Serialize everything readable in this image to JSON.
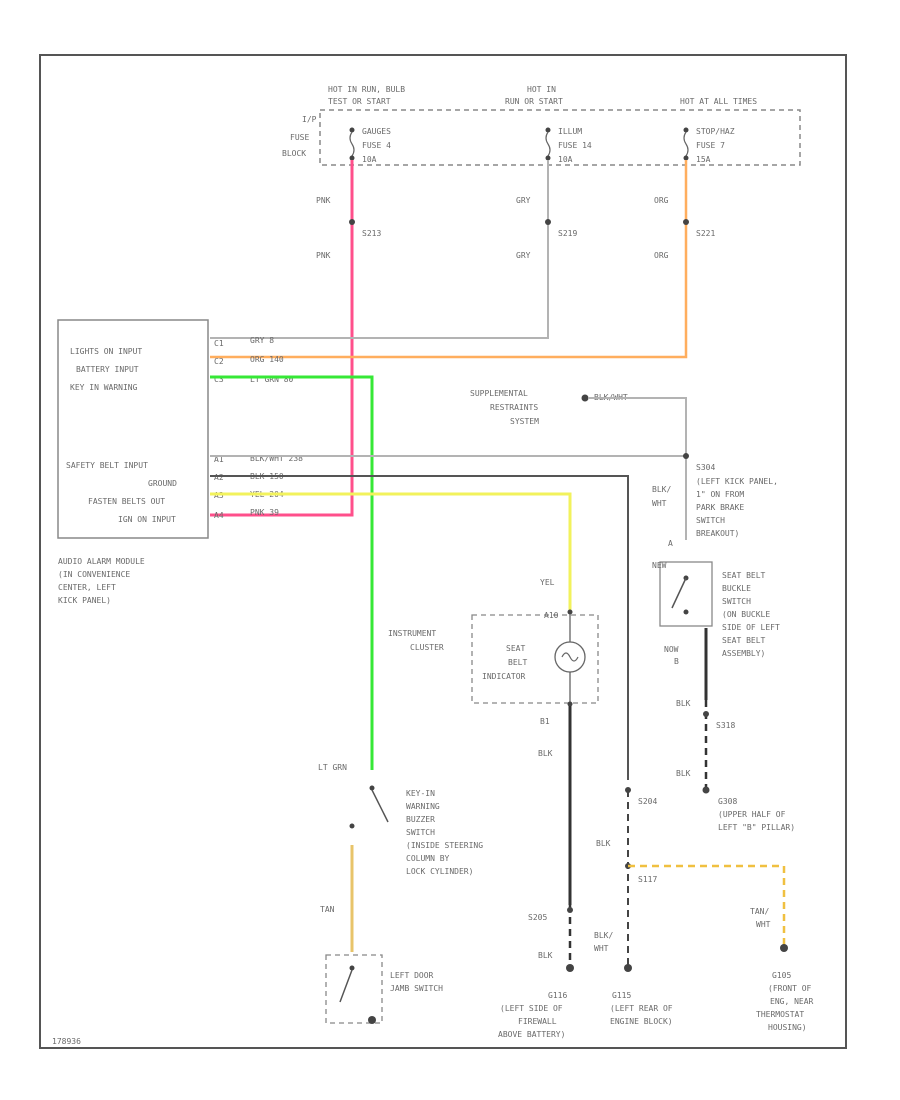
{
  "colors": {
    "pink": "#ff4f8b",
    "orange": "#ffae5e",
    "gray": "#b3b3b3",
    "green": "#36e836",
    "yellow": "#f2f25c",
    "black": "#333333",
    "tan": "#e8c46a",
    "dashed_yellow": "#f0c040"
  },
  "fuse_block": {
    "label1": "I/P",
    "label2": "FUSE",
    "label3": "BLOCK",
    "hot1_a": "HOT IN RUN, BULB",
    "hot1_b": "TEST OR START",
    "hot2_a": "HOT IN",
    "hot2_b": "RUN OR START",
    "hot3": "HOT AT ALL TIMES",
    "fuse1_a": "GAUGES",
    "fuse1_b": "FUSE 4",
    "fuse1_c": "10A",
    "fuse2_a": "ILLUM",
    "fuse2_b": "FUSE 14",
    "fuse2_c": "10A",
    "fuse3_a": "STOP/HAZ",
    "fuse3_b": "FUSE 7",
    "fuse3_c": "15A"
  },
  "wires": {
    "pnk_top": "PNK",
    "pnk_bot": "PNK",
    "gry_top": "GRY",
    "gry_bot": "GRY",
    "org_top": "ORG",
    "org_bot": "ORG",
    "s213": "S213",
    "s219": "S219",
    "s221": "S221",
    "lights_wire": "GRY    8",
    "battery_wire": "ORG   140",
    "key_wire": "LT GRN   80",
    "safety_wire": "BLK/WHT   238",
    "ground_wire": "BLK   150",
    "fasten_wire": "YEL   204",
    "ign_wire": "PNK   39",
    "pin_lights": "C1",
    "pin_battery": "C2",
    "pin_key": "C3",
    "pin_safety": "A1",
    "pin_ground": "A2",
    "pin_fasten": "A3",
    "pin_ign": "A4"
  },
  "module": {
    "lights": "LIGHTS ON INPUT",
    "battery": "BATTERY INPUT",
    "key": "KEY IN WARNING",
    "safety": "SAFETY BELT INPUT",
    "ground": "GROUND",
    "fasten": "FASTEN BELTS OUT",
    "ign": "IGN ON INPUT",
    "name_a": "AUDIO ALARM MODULE",
    "name_b": "(IN CONVENIENCE",
    "name_c": "CENTER, LEFT",
    "name_d": "KICK PANEL)"
  },
  "srs": {
    "label_a": "SUPPLEMENTAL",
    "label_b": "RESTRAINTS",
    "label_c": "SYSTEM",
    "wire": "BLK/WHT",
    "s304_a": "S304",
    "s304_b": "(LEFT KICK PANEL,",
    "s304_c": "1\" ON FROM",
    "s304_d": "PARK BRAKE",
    "s304_e": "SWITCH",
    "s304_f": "BREAKOUT)",
    "blkwht_a": "BLK/",
    "blkwht_b": "WHT",
    "pin_a": "A"
  },
  "belt_switch": {
    "label_a": "SEAT BELT",
    "label_b": "BUCKLE",
    "label_c": "SWITCH",
    "label_d": "(ON BUCKLE",
    "label_e": "SIDE OF LEFT",
    "label_f": "SEAT BELT",
    "label_g": "ASSEMBLY)",
    "state": "NEW",
    "state2": "NOW",
    "pin_b": "B",
    "blk1": "BLK",
    "s318": "S318",
    "blk2": "BLK",
    "g308_a": "G308",
    "g308_b": "(UPPER HALF OF",
    "g308_c": "LEFT \"B\" PILLAR)"
  },
  "cluster": {
    "yel": "YEL",
    "pin_top": "A10",
    "label_a": "INSTRUMENT",
    "label_b": "CLUSTER",
    "ind_a": "SEAT",
    "ind_b": "BELT",
    "ind_c": "INDICATOR",
    "pin_bot": "B1",
    "blk": "BLK"
  },
  "key_switch": {
    "ltgrn": "LT GRN",
    "label_a": "KEY-IN",
    "label_b": "WARNING",
    "label_c": "BUZZER",
    "label_d": "SWITCH",
    "label_e": "(INSIDE STEERING",
    "label_f": "COLUMN BY",
    "label_g": "LOCK CYLINDER)",
    "tan": "TAN",
    "door_a": "LEFT DOOR",
    "door_b": "JAMB SWITCH"
  },
  "grounds": {
    "s205": "S205",
    "blk_a": "BLK",
    "g116_a": "G116",
    "g116_b": "(LEFT SIDE OF",
    "g116_c": "FIREWALL",
    "g116_d": "ABOVE BATTERY)",
    "s204": "S204",
    "blk_b": "BLK",
    "s117": "S117",
    "blkwht_a": "BLK/",
    "blkwht_b": "WHT",
    "g115_a": "G115",
    "g115_b": "(LEFT REAR OF",
    "g115_c": "ENGINE BLOCK)",
    "tanwht_a": "TAN/",
    "tanwht_b": "WHT",
    "g105_a": "G105",
    "g105_b": "(FRONT OF",
    "g105_c": "ENG, NEAR",
    "g105_d": "THERMOSTAT",
    "g105_e": "HOUSING)"
  },
  "figure_id": "178936"
}
